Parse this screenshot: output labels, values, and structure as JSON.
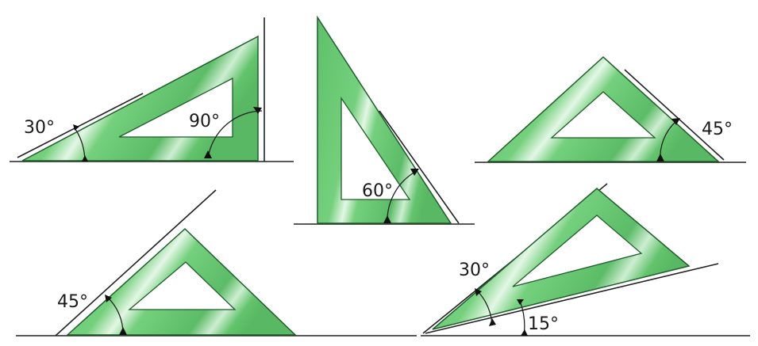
{
  "colors": {
    "triangle_fill": "#6fcf76",
    "triangle_fill_dark": "#4fb35a",
    "triangle_highlight": "#d9f5dc",
    "triangle_edge": "#1f5e2a",
    "ink": "#222222"
  },
  "labels": {
    "a30_top": "30°",
    "a90": "90°",
    "a60": "60°",
    "a45_top": "45°",
    "a45_bottom": "45°",
    "a30_bottom": "30°",
    "a15": "15°"
  }
}
